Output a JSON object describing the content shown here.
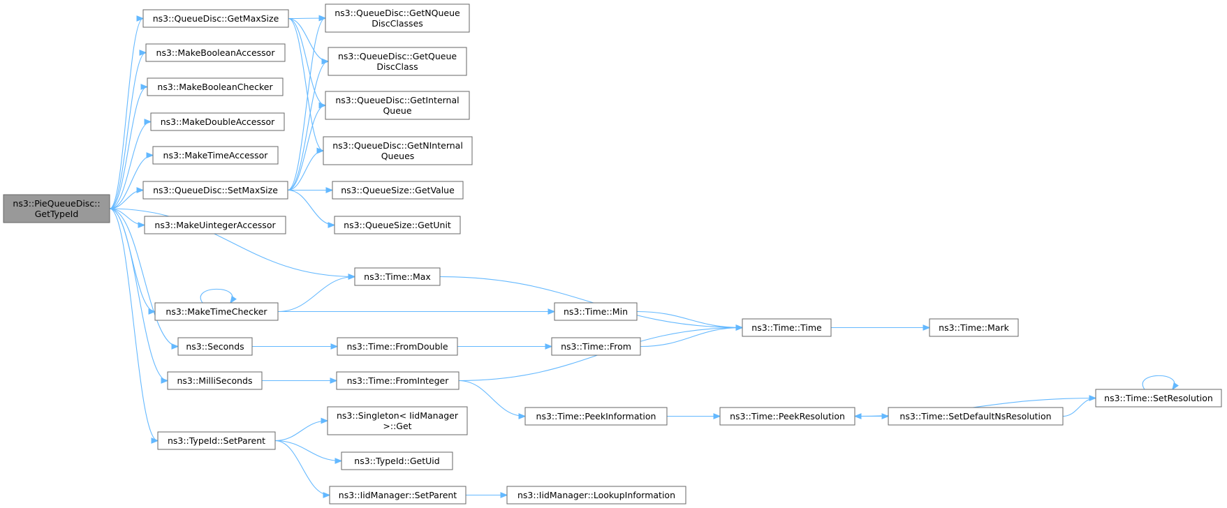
{
  "graph": {
    "edge_color": "#63b8ff",
    "nodes": [
      {
        "id": "root",
        "lines": [
          "ns3::PieQueueDisc::",
          "GetTypeId"
        ],
        "highlight": true
      },
      {
        "id": "getmaxsize",
        "lines": [
          "ns3::QueueDisc::GetMaxSize"
        ]
      },
      {
        "id": "makeboolacc",
        "lines": [
          "ns3::MakeBooleanAccessor"
        ]
      },
      {
        "id": "makeboolchk",
        "lines": [
          "ns3::MakeBooleanChecker"
        ]
      },
      {
        "id": "makedblacc",
        "lines": [
          "ns3::MakeDoubleAccessor"
        ]
      },
      {
        "id": "maketimeacc",
        "lines": [
          "ns3::MakeTimeAccessor"
        ]
      },
      {
        "id": "setmaxsize",
        "lines": [
          "ns3::QueueDisc::SetMaxSize"
        ]
      },
      {
        "id": "makeuintacc",
        "lines": [
          "ns3::MakeUintegerAccessor"
        ]
      },
      {
        "id": "maketimechk",
        "lines": [
          "ns3::MakeTimeChecker"
        ]
      },
      {
        "id": "seconds",
        "lines": [
          "ns3::Seconds"
        ]
      },
      {
        "id": "milliseconds",
        "lines": [
          "ns3::MilliSeconds"
        ]
      },
      {
        "id": "typeidsetparent",
        "lines": [
          "ns3::TypeId::SetParent"
        ]
      },
      {
        "id": "getnqdc",
        "lines": [
          "ns3::QueueDisc::GetNQueue",
          "DiscClasses"
        ]
      },
      {
        "id": "getqdc",
        "lines": [
          "ns3::QueueDisc::GetQueue",
          "DiscClass"
        ]
      },
      {
        "id": "getintq",
        "lines": [
          "ns3::QueueDisc::GetInternal",
          "Queue"
        ]
      },
      {
        "id": "getnintq",
        "lines": [
          "ns3::QueueDisc::GetNInternal",
          "Queues"
        ]
      },
      {
        "id": "qsgetvalue",
        "lines": [
          "ns3::QueueSize::GetValue"
        ]
      },
      {
        "id": "qsgetunit",
        "lines": [
          "ns3::QueueSize::GetUnit"
        ]
      },
      {
        "id": "timemax",
        "lines": [
          "ns3::Time::Max"
        ]
      },
      {
        "id": "timemin",
        "lines": [
          "ns3::Time::Min"
        ]
      },
      {
        "id": "fromdouble",
        "lines": [
          "ns3::Time::FromDouble"
        ]
      },
      {
        "id": "fromint",
        "lines": [
          "ns3::Time::FromInteger"
        ]
      },
      {
        "id": "singletonget",
        "lines": [
          "ns3::Singleton< IidManager",
          ">::Get"
        ]
      },
      {
        "id": "typeidgetuid",
        "lines": [
          "ns3::TypeId::GetUid"
        ]
      },
      {
        "id": "iidsetparent",
        "lines": [
          "ns3::IidManager::SetParent"
        ]
      },
      {
        "id": "timefrom",
        "lines": [
          "ns3::Time::From"
        ]
      },
      {
        "id": "peekinfo",
        "lines": [
          "ns3::Time::PeekInformation"
        ]
      },
      {
        "id": "lookupinfo",
        "lines": [
          "ns3::IidManager::LookupInformation"
        ]
      },
      {
        "id": "timetime",
        "lines": [
          "ns3::Time::Time"
        ]
      },
      {
        "id": "peekres",
        "lines": [
          "ns3::Time::PeekResolution"
        ]
      },
      {
        "id": "setdefres",
        "lines": [
          "ns3::Time::SetDefaultNsResolution"
        ]
      },
      {
        "id": "timemark",
        "lines": [
          "ns3::Time::Mark"
        ]
      },
      {
        "id": "setres",
        "lines": [
          "ns3::Time::SetResolution"
        ]
      }
    ],
    "edges": [
      [
        "root",
        "getmaxsize"
      ],
      [
        "root",
        "makeboolacc"
      ],
      [
        "root",
        "makeboolchk"
      ],
      [
        "root",
        "makedblacc"
      ],
      [
        "root",
        "maketimeacc"
      ],
      [
        "root",
        "setmaxsize"
      ],
      [
        "root",
        "makeuintacc"
      ],
      [
        "root",
        "timemax"
      ],
      [
        "root",
        "maketimechk"
      ],
      [
        "root",
        "seconds"
      ],
      [
        "root",
        "milliseconds"
      ],
      [
        "root",
        "typeidsetparent"
      ],
      [
        "getmaxsize",
        "getnqdc"
      ],
      [
        "getmaxsize",
        "getqdc"
      ],
      [
        "getmaxsize",
        "getintq"
      ],
      [
        "getmaxsize",
        "getnintq"
      ],
      [
        "setmaxsize",
        "getnqdc"
      ],
      [
        "setmaxsize",
        "getqdc"
      ],
      [
        "setmaxsize",
        "getintq"
      ],
      [
        "setmaxsize",
        "getnintq"
      ],
      [
        "setmaxsize",
        "qsgetvalue"
      ],
      [
        "setmaxsize",
        "qsgetunit"
      ],
      [
        "maketimechk",
        "maketimechk"
      ],
      [
        "maketimechk",
        "timemax"
      ],
      [
        "maketimechk",
        "timemin"
      ],
      [
        "timemax",
        "timetime"
      ],
      [
        "timemin",
        "timetime"
      ],
      [
        "seconds",
        "fromdouble"
      ],
      [
        "fromdouble",
        "timefrom"
      ],
      [
        "timefrom",
        "timetime"
      ],
      [
        "milliseconds",
        "fromint"
      ],
      [
        "fromint",
        "timetime"
      ],
      [
        "fromint",
        "peekinfo"
      ],
      [
        "peekinfo",
        "peekres"
      ],
      [
        "peekres",
        "setdefres"
      ],
      [
        "setdefres",
        "setres"
      ],
      [
        "setres",
        "setres"
      ],
      [
        "setres",
        "peekres"
      ],
      [
        "timetime",
        "timemark"
      ],
      [
        "typeidsetparent",
        "singletonget"
      ],
      [
        "typeidsetparent",
        "typeidgetuid"
      ],
      [
        "typeidsetparent",
        "iidsetparent"
      ],
      [
        "iidsetparent",
        "lookupinfo"
      ]
    ]
  }
}
